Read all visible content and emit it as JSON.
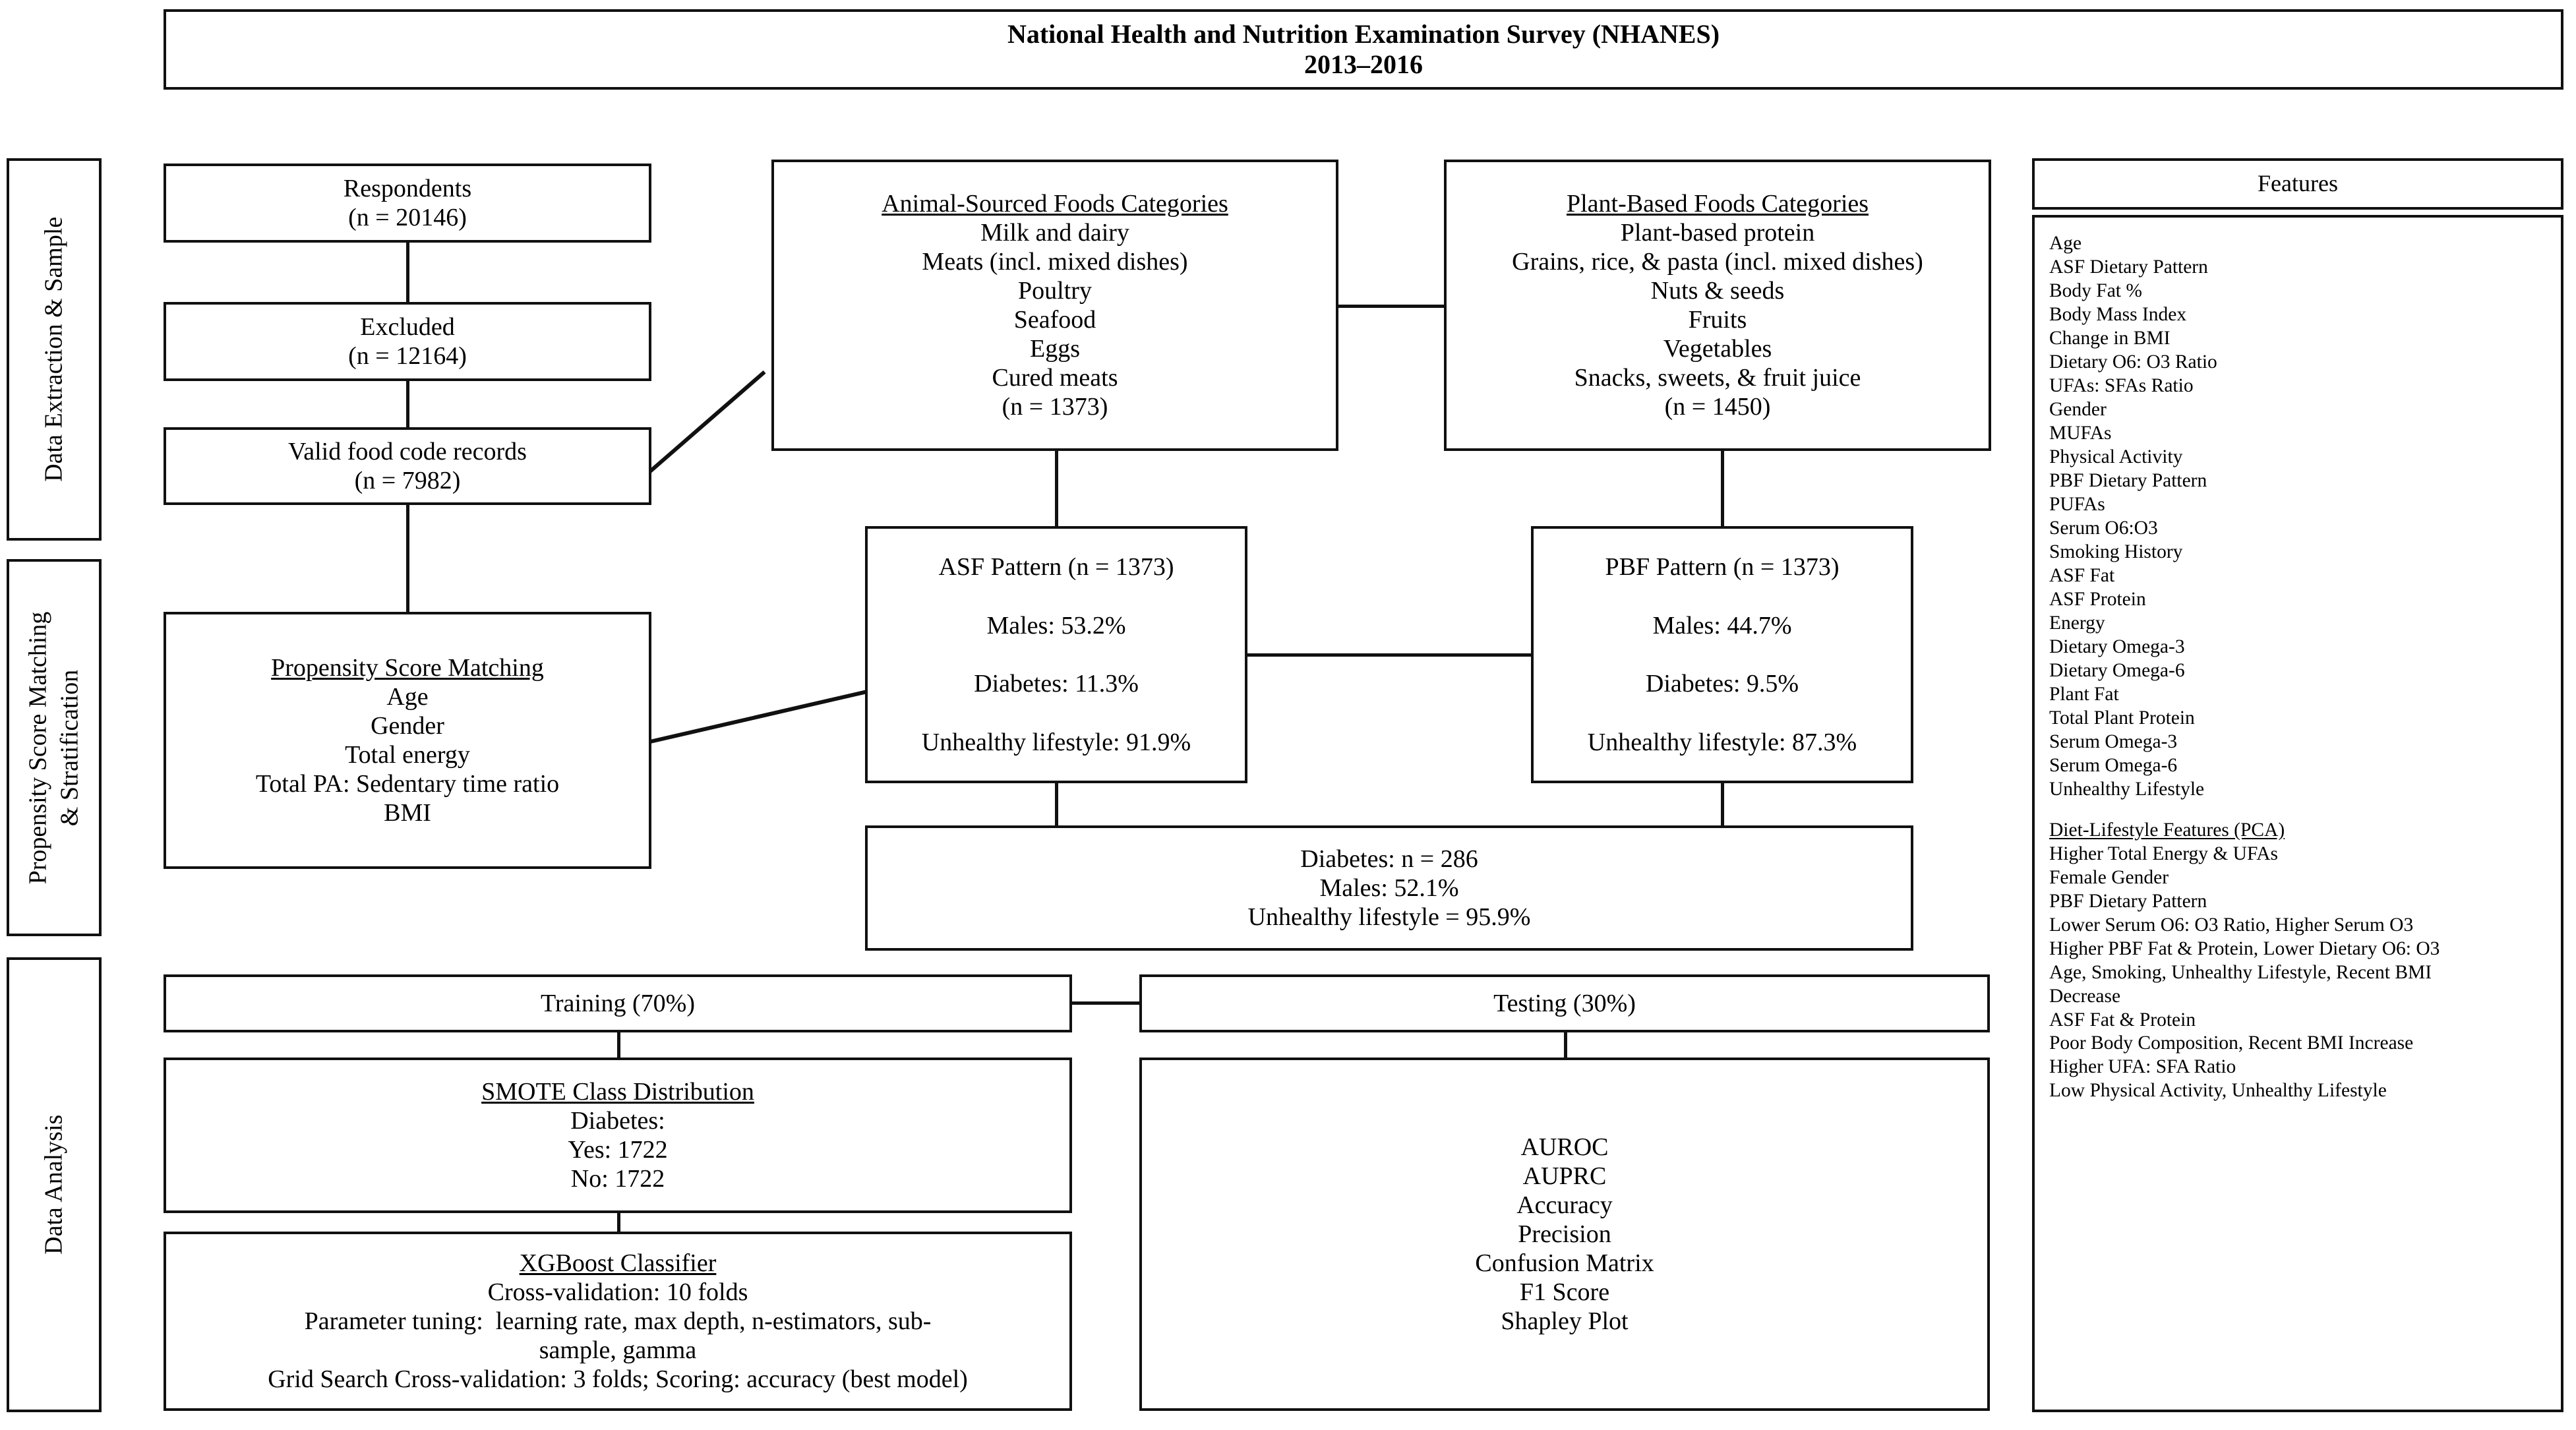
{
  "header": {
    "line1": "National Health and Nutrition Examination Survey (NHANES)",
    "line2": "2013–2016"
  },
  "stages": [
    {
      "label_line1": "Data Extraction & Sample",
      "label_line2": ""
    },
    {
      "label_line1": "Propensity Score Matching",
      "label_line2": "& Stratification"
    },
    {
      "label_line1": "Data Analysis",
      "label_line2": ""
    }
  ],
  "boxes": {
    "respondents": {
      "line1": "Respondents",
      "line2": "(n = 20146)"
    },
    "excluded": {
      "line1": "Excluded",
      "line2": "(n = 12164)"
    },
    "valid_records": {
      "line1": "Valid food code records",
      "line2": "(n = 7982)"
    },
    "psm": {
      "title": "Propensity Score Matching",
      "items": [
        "Age",
        "Gender",
        "Total energy",
        "Total PA: Sedentary time ratio",
        "BMI"
      ]
    },
    "asf_categories": {
      "title": "Animal-Sourced Foods Categories",
      "items": [
        "Milk and dairy",
        "Meats (incl. mixed dishes)",
        "Poultry",
        "Seafood",
        "Eggs",
        "Cured meats"
      ],
      "count": "(n = 1373)"
    },
    "pbf_categories": {
      "title": "Plant-Based Foods Categories",
      "items": [
        "Plant-based protein",
        "Grains, rice, & pasta (incl. mixed dishes)",
        "Nuts & seeds",
        "Fruits",
        "Vegetables",
        "Snacks, sweets, & fruit juice"
      ],
      "count": "(n = 1450)"
    },
    "asf_pattern": {
      "title": "ASF Pattern (n = 1373)",
      "males": "Males: 53.2%",
      "diabetes": "Diabetes: 11.3%",
      "unhealthy": "Unhealthy lifestyle: 91.9%"
    },
    "pbf_pattern": {
      "title": "PBF Pattern (n = 1373)",
      "males": "Males: 44.7%",
      "diabetes": "Diabetes: 9.5%",
      "unhealthy": "Unhealthy lifestyle: 87.3%"
    },
    "diabetes_summary": {
      "line1": "Diabetes: n = 286",
      "line2": "Males: 52.1%",
      "line3": "Unhealthy lifestyle = 95.9%"
    },
    "training": {
      "label": "Training (70%)"
    },
    "testing": {
      "label": "Testing (30%)"
    },
    "smote": {
      "title": "SMOTE Class Distribution",
      "items": [
        "Diabetes:",
        "Yes: 1722",
        "No: 1722"
      ]
    },
    "xgboost": {
      "title": "XGBoost Classifier",
      "line1": "Cross-validation: 10 folds",
      "line2": "Parameter tuning:  learning rate, max depth, n-estimators, sub-",
      "line3": "sample, gamma",
      "line4": "Grid Search Cross-validation: 3 folds; Scoring: accuracy (best model)"
    },
    "metrics": {
      "items": [
        "AUROC",
        "AUPRC",
        "Accuracy",
        "Precision",
        "Confusion Matrix",
        "F1 Score",
        "Shapley Plot"
      ]
    }
  },
  "features": {
    "title": "Features",
    "list": [
      "Age",
      "ASF Dietary Pattern",
      "Body Fat %",
      "Body Mass Index",
      "Change in BMI",
      "Dietary O6: O3 Ratio",
      "UFAs: SFAs Ratio",
      "Gender",
      "MUFAs",
      "Physical Activity",
      "PBF Dietary Pattern",
      "PUFAs",
      "Serum O6:O3",
      "Smoking History",
      "ASF Fat",
      "ASF Protein",
      "Energy",
      "Dietary Omega-3",
      "Dietary Omega-6",
      "Plant Fat",
      "Total Plant Protein",
      "Serum Omega-3",
      "Serum Omega-6",
      "Unhealthy Lifestyle"
    ],
    "pca_title": "Diet-Lifestyle Features (PCA)",
    "pca_list": [
      "Higher Total Energy & UFAs",
      "Female Gender",
      "PBF Dietary Pattern",
      "Lower Serum O6: O3 Ratio, Higher Serum O3",
      "Higher PBF Fat & Protein, Lower Dietary O6: O3",
      "Age, Smoking, Unhealthy Lifestyle, Recent BMI",
      "Decrease",
      "ASF Fat & Protein",
      "Poor Body Composition, Recent BMI Increase",
      "Higher UFA: SFA Ratio",
      "Low Physical Activity, Unhealthy Lifestyle"
    ]
  },
  "colors": {
    "line": "#111111",
    "background": "#ffffff"
  }
}
